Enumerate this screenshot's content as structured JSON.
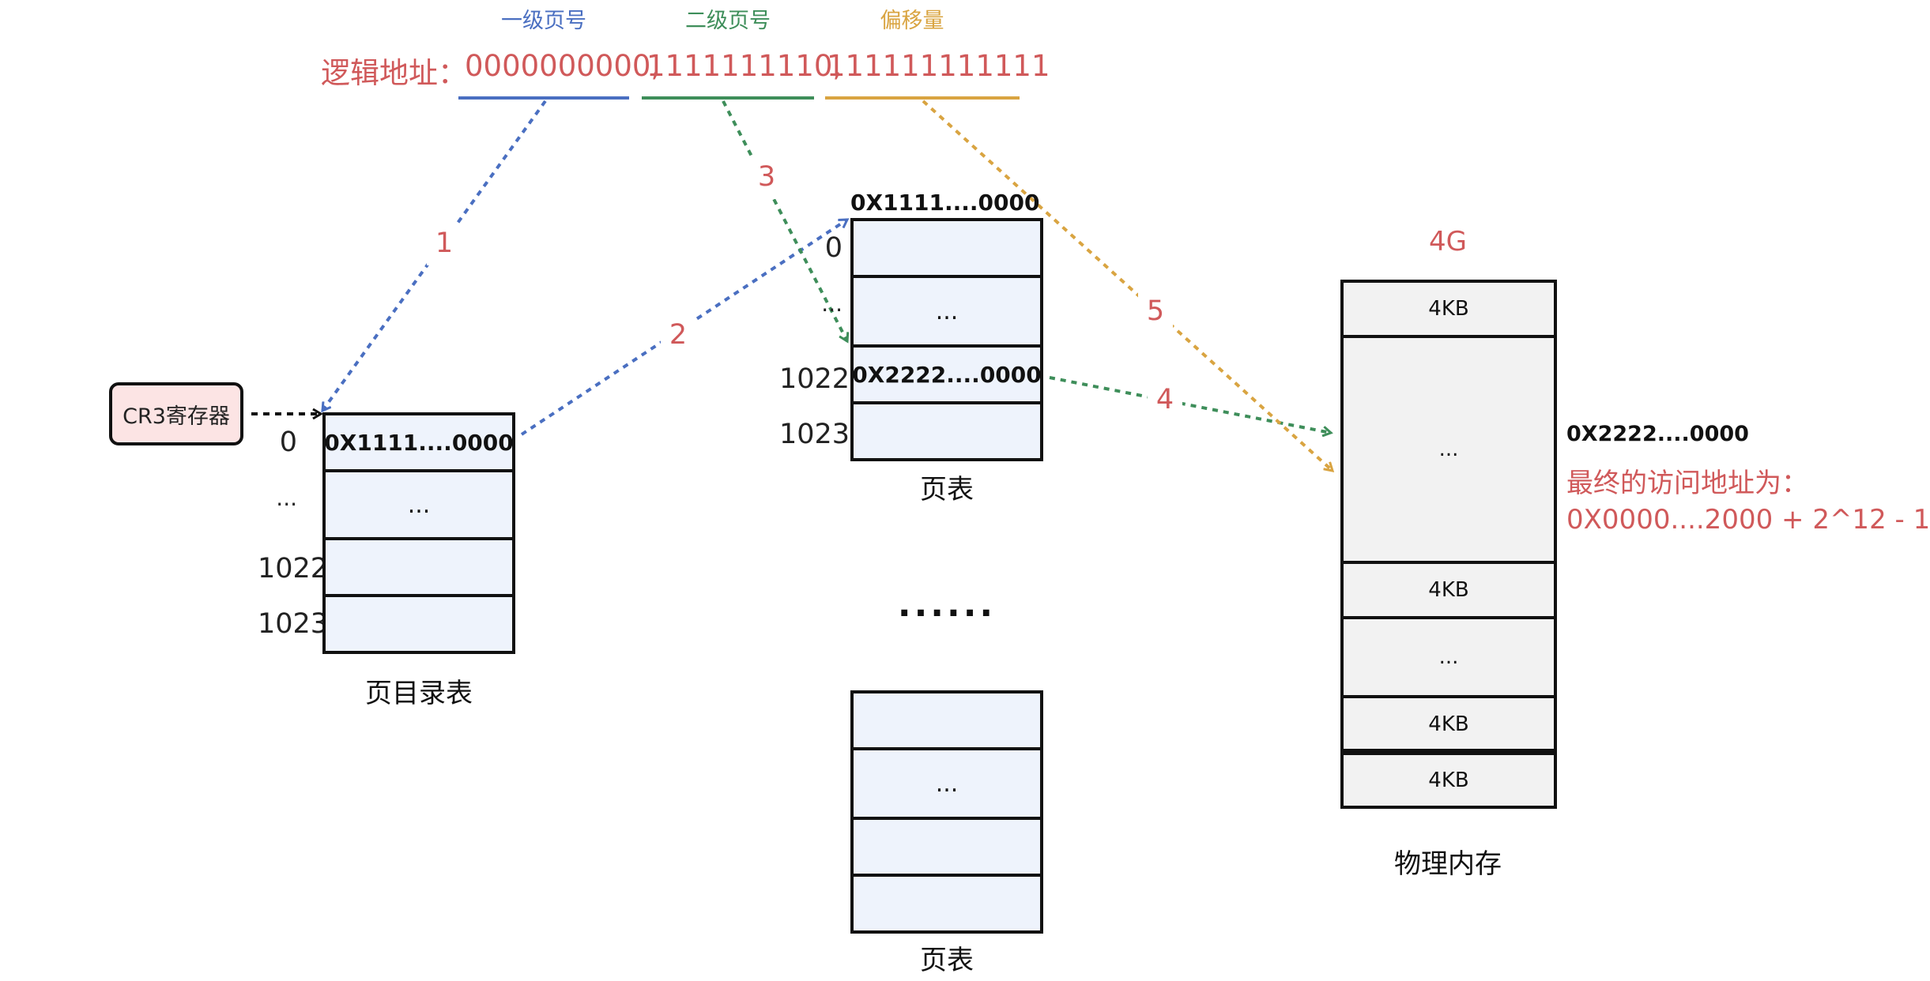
{
  "address": {
    "label": "逻辑地址：",
    "part1": "0000000000,",
    "part2": "1111111110,",
    "part3": "111111111111",
    "part1_title": "一级页号",
    "part2_title": "二级页号",
    "part3_title": "偏移量"
  },
  "colors": {
    "blue": "#4a6fc1",
    "green": "#3e8e5a",
    "orange": "#d9a441",
    "red": "#d0595a",
    "cell_fill": "#eef3fc",
    "memory_fill": "#f2f2f2"
  },
  "cr3": {
    "label": "CR3寄存器"
  },
  "page_directory": {
    "title": "页目录表",
    "indexes": [
      "0",
      "...",
      "1022",
      "1023"
    ],
    "cells": [
      "0X1111....0000",
      "...",
      "",
      ""
    ]
  },
  "page_table": {
    "title": "页表",
    "base_address": "0X1111....0000",
    "indexes": [
      "0",
      "...",
      "1022",
      "1023"
    ],
    "cells": [
      "",
      "...",
      "0X2222....0000",
      ""
    ]
  },
  "ellipsis": "......",
  "page_table_2": {
    "title": "页表",
    "cells": [
      "",
      "...",
      "",
      ""
    ]
  },
  "physical_memory": {
    "title": "物理内存",
    "top_label": "4G",
    "cells": [
      "4KB",
      "...",
      "4KB",
      "...",
      "4KB",
      "4KB"
    ],
    "frame_address": "0X2222....0000",
    "final_label": "最终的访问地址为：",
    "final_value": "0X0000....2000 + 2^12 - 1"
  },
  "steps": [
    "1",
    "2",
    "3",
    "4",
    "5"
  ]
}
